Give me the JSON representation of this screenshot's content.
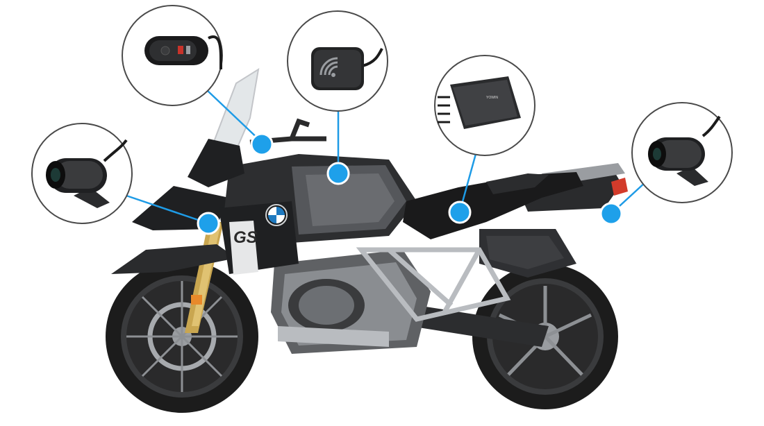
{
  "colors": {
    "accent": "#1ea0ea",
    "outline": "#4a4a4a",
    "bike_body": "#2d2e30",
    "bike_tank": "#55575b",
    "chrome": "#b9bcc0"
  },
  "callouts": [
    {
      "id": "remote-control",
      "icon": "remote-control-icon"
    },
    {
      "id": "gps-receiver",
      "icon": "gps-wifi-module-icon"
    },
    {
      "id": "recorder-unit",
      "icon": "dvr-host-icon"
    },
    {
      "id": "front-camera",
      "icon": "front-camera-icon"
    },
    {
      "id": "rear-camera",
      "icon": "rear-camera-icon"
    }
  ],
  "bike": {
    "logo": "BMW",
    "model_badge": "GS"
  }
}
